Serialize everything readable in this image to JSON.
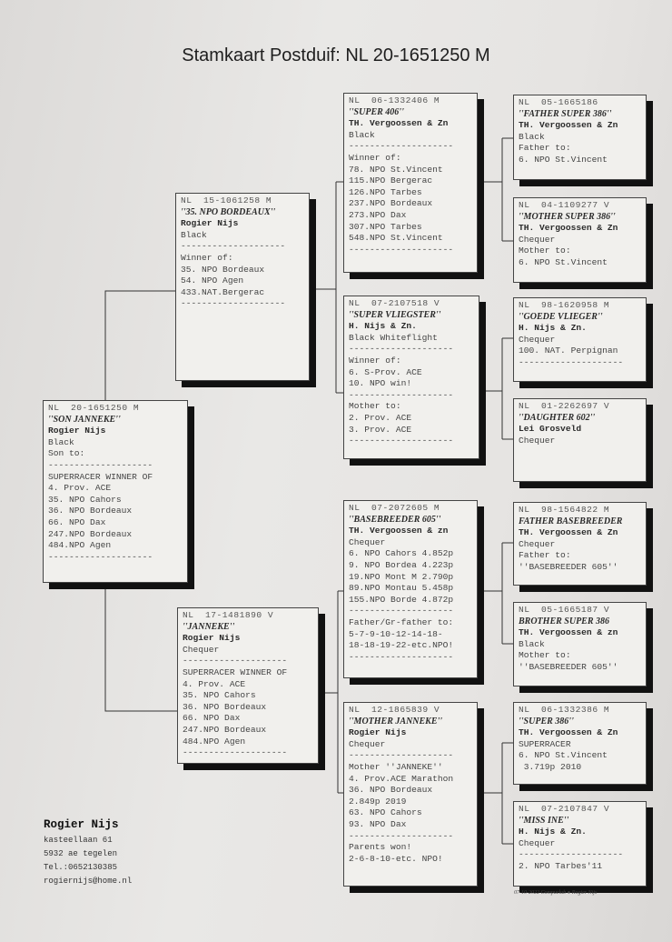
{
  "title": "Stamkaart Postduif: NL  20-1651250 M",
  "pedigree": {
    "subject": {
      "ring": "NL  20-1651250 M",
      "name": "''SON JANNEKE''",
      "breeder": "Rogier Nijs",
      "color": "Black",
      "lines": [
        "Son to:",
        "--------------------",
        "SUPERRACER WINNER OF",
        "4. Prov. ACE",
        "35. NPO Cahors",
        "36. NPO Bordeaux",
        "66. NPO Dax",
        "247.NPO Bordeaux",
        "484.NPO Agen",
        "--------------------"
      ]
    },
    "sire": {
      "ring": "NL  15-1061258 M",
      "name": "''35. NPO BORDEAUX''",
      "breeder": "Rogier Nijs",
      "color": "Black",
      "lines": [
        "--------------------",
        "Winner of:",
        "35. NPO Bordeaux",
        "54. NPO Agen",
        "433.NAT.Bergerac",
        "--------------------"
      ]
    },
    "dam": {
      "ring": "NL  17-1481890 V",
      "name": "''JANNEKE''",
      "breeder": "Rogier Nijs",
      "color": "Chequer",
      "lines": [
        "--------------------",
        "SUPERRACER WINNER OF",
        "4. Prov. ACE",
        "35. NPO Cahors",
        "36. NPO Bordeaux",
        "66. NPO Dax",
        "247.NPO Bordeaux",
        "484.NPO Agen",
        "--------------------"
      ]
    },
    "sire_sire": {
      "ring": "NL  06-1332406 M",
      "name": "''SUPER 406''",
      "breeder": "TH. Vergoossen & Zn",
      "color": "Black",
      "lines": [
        "--------------------",
        "Winner of:",
        "78. NPO St.Vincent",
        "115.NPO Bergerac",
        "126.NPO Tarbes",
        "237.NPO Bordeaux",
        "273.NPO Dax",
        "307.NPO Tarbes",
        "548.NPO St.Vincent",
        "--------------------"
      ]
    },
    "sire_dam": {
      "ring": "NL  07-2107518 V",
      "name": "''SUPER VLIEGSTER''",
      "breeder": "H. Nijs & Zn.",
      "color": "Black Whiteflight",
      "lines": [
        "--------------------",
        "Winner of:",
        "6. S-Prov. ACE",
        "10. NPO win!",
        "--------------------",
        "Mother to:",
        "2. Prov. ACE",
        "3. Prov. ACE",
        "--------------------"
      ]
    },
    "dam_sire": {
      "ring": "NL  07-2072605 M",
      "name": "''BASEBREEDER 605''",
      "breeder": "TH. Vergoossen & zn",
      "color": "Chequer",
      "lines": [
        "6. NPO Cahors 4.852p",
        "9. NPO Bordea 4.223p",
        "19.NPO Mont M 2.790p",
        "89.NPO Montau 5.458p",
        "155.NPO Borde 4.872p",
        "--------------------",
        "Father/Gr-father to:",
        "5-7-9-10-12-14-18-",
        "18-18-19-22-etc.NPO!",
        "--------------------"
      ]
    },
    "dam_dam": {
      "ring": "NL  12-1865839 V",
      "name": "''MOTHER JANNEKE''",
      "breeder": "Rogier Nijs",
      "color": "Chequer",
      "lines": [
        "--------------------",
        "Mother ''JANNEKE''",
        "4. Prov.ACE Marathon",
        "36. NPO Bordeaux",
        "2.849p 2019",
        "63. NPO Cahors",
        "93. NPO Dax",
        "--------------------",
        "Parents won!",
        "2-6-8-10-etc. NPO!"
      ]
    },
    "ggp": [
      {
        "ring": "NL  05-1665186",
        "name": "''FATHER SUPER 386''",
        "breeder": "TH. Vergoossen & Zn",
        "color": "Black",
        "lines": [
          "Father to:",
          "6. NPO St.Vincent"
        ]
      },
      {
        "ring": "NL  04-1109277 V",
        "name": "''MOTHER SUPER 386''",
        "breeder": "TH. Vergoossen & Zn",
        "color": "Chequer",
        "lines": [
          "Mother to:",
          "6. NPO St.Vincent"
        ]
      },
      {
        "ring": "NL  98-1620958 M",
        "name": "''GOEDE VLIEGER''",
        "breeder": "H. Nijs & Zn.",
        "color": "Chequer",
        "lines": [
          "100. NAT. Perpignan",
          "--------------------"
        ]
      },
      {
        "ring": "NL  01-2262697 V",
        "name": "''DAUGHTER 602''",
        "breeder": "Lei Grosveld",
        "color": "Chequer",
        "lines": []
      },
      {
        "ring": "NL  98-1564822 M",
        "name": "FATHER BASEBREEDER",
        "breeder": "TH. Vergoossen & Zn",
        "color": "Chequer",
        "lines": [
          "Father to:",
          "''BASEBREEDER 605''"
        ]
      },
      {
        "ring": "NL  05-1665187 V",
        "name": "BROTHER SUPER 386",
        "breeder": "TH. Vergoossen & zn",
        "color": "Black",
        "lines": [
          "Mother to:",
          "''BASEBREEDER 605''"
        ]
      },
      {
        "ring": "NL  06-1332386 M",
        "name": "''SUPER 386''",
        "breeder": "TH. Vergoossen & Zn",
        "color": "SUPERRACER",
        "lines": [
          "6. NPO St.Vincent",
          " 3.719p 2010"
        ]
      },
      {
        "ring": "NL  07-2107847 V",
        "name": "''MISS INE''",
        "breeder": "H. Nijs & Zn.",
        "color": "Chequer",
        "lines": [
          "--------------------",
          "2. NPO Tarbes'11"
        ]
      }
    ]
  },
  "contact": {
    "name": "Rogier Nijs",
    "address": "kasteellaan 61",
    "city": "5932 ae  tegelen",
    "phone": "Tel.:0652130385",
    "email": "rogiernijs@home.nl"
  },
  "footer": "07-10-2022   Compuclub ● Rogier Nijs"
}
